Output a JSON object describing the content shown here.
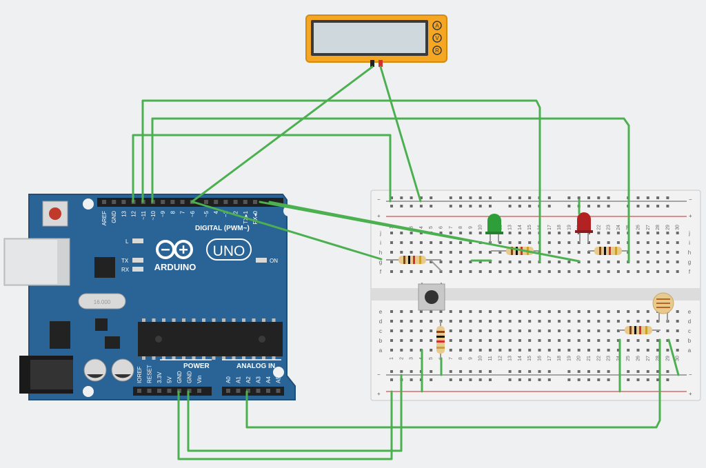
{
  "arduino": {
    "brand": "ARDUINO",
    "model": "UNO",
    "digital_header_labels": [
      "AREF",
      "GND",
      "13",
      "12",
      "~11",
      "~10",
      "~9",
      "8",
      "7",
      "~6",
      "~5",
      "4",
      "~3",
      "2",
      "TX▸1",
      "RX◂0"
    ],
    "digital_caption": "DIGITAL (PWM~)",
    "led_l": "L",
    "led_tx": "TX",
    "led_rx": "RX",
    "led_on": "ON",
    "power_caption": "POWER",
    "analog_caption": "ANALOG IN",
    "power_labels": [
      "IOREF",
      "RESET",
      "3.3V",
      "5V",
      "GND",
      "GND",
      "Vin"
    ],
    "analog_labels": [
      "A0",
      "A1",
      "A2",
      "A3",
      "A4",
      "A5"
    ],
    "crystal_text": "16.000"
  },
  "multimeter": {
    "mode_buttons": [
      "A",
      "V",
      "R"
    ]
  },
  "breadboard": {
    "plus": "+",
    "minus": "−",
    "row_letters_top": [
      "j",
      "i",
      "h",
      "g",
      "f"
    ],
    "row_letters_bottom": [
      "e",
      "d",
      "c",
      "b",
      "a"
    ],
    "column_numbers": [
      "1",
      "2",
      "3",
      "4",
      "5",
      "6",
      "7",
      "8",
      "9",
      "10",
      "11",
      "12",
      "13",
      "14",
      "15",
      "16",
      "17",
      "18",
      "19",
      "20",
      "21",
      "22",
      "23",
      "24",
      "25",
      "26",
      "27",
      "28",
      "29",
      "30"
    ]
  },
  "colors": {
    "board_blue": "#2a6496",
    "wire_green": "#4caf50",
    "multimeter_orange": "#f5a623",
    "led_green": "#2e9e3a",
    "led_red": "#b22222"
  }
}
